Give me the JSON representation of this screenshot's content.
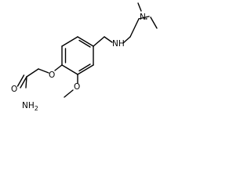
{
  "molecule": {
    "labels": {
      "amide_oxygen": "O",
      "amide_nitrogen": "NH2",
      "ether_oxygen": "O",
      "methoxy_oxygen": "O",
      "amine_nh": "NH",
      "dimethylamino_n": "N"
    },
    "colors": {
      "bond": "#000000",
      "text": "#000000",
      "background": "#ffffff"
    }
  }
}
